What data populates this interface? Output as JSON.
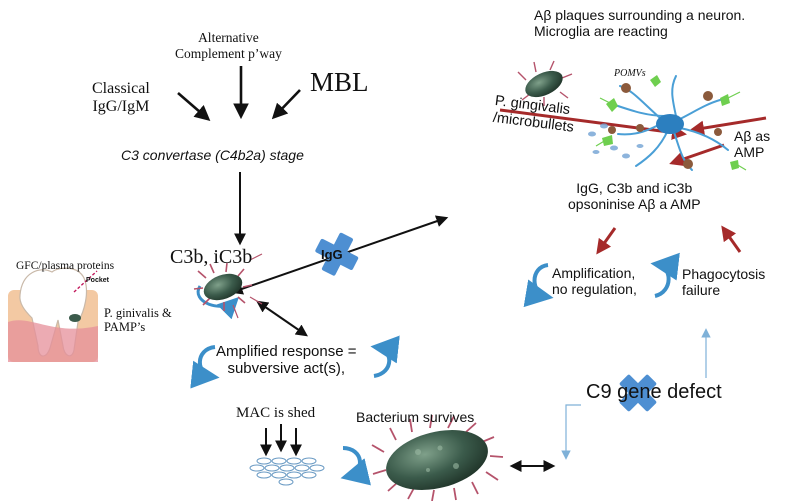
{
  "pathways": {
    "alternative_line1": "Alternative",
    "alternative_line2": "Complement  p’way",
    "classical_line1": "Classical",
    "classical_line2": "IgG/IgM",
    "mbl": "MBL"
  },
  "convertase": "C3 convertase (C4b2a) stage",
  "c3b_label": "C3b, iC3b",
  "igg_label": "IgG",
  "tooth": {
    "gfc": "GFC/plasma proteins",
    "pocket": "Pocket",
    "pg_line1": "P. ginivalis  &",
    "pg_line2": "PAMP’s"
  },
  "amplified": {
    "line1": "Amplified response =",
    "line2": "subversive act(s),"
  },
  "mac": "MAC is shed",
  "survives": "Bacterium survives",
  "neuron": {
    "title_line1": "Aβ plaques surrounding a neuron.",
    "title_line2": "Microglia are reacting",
    "pomvs": "POMVs",
    "pg_line1": "P. gingivalis",
    "pg_line2": "/microbullets",
    "amp_line1": "Aβ as",
    "amp_line2": "AMP"
  },
  "opsonise": {
    "line1": "IgG, C3b and iC3b",
    "line2": "opsoninise Aβ a AMP"
  },
  "amplification": {
    "line1": "Amplification,",
    "line2": "no regulation,"
  },
  "phagocytosis": {
    "line1": "Phagocytosis",
    "line2": "failure"
  },
  "c9": "C9 gene defect",
  "colors": {
    "arrow_black": "#111111",
    "arrow_red": "#a52a2a",
    "cycle_blue": "#3c8fc9",
    "cross_blue": "#4e8fd2",
    "bacterium": "#3b5b4b",
    "spikes": "#b5536b",
    "thin_link": "#7fb1d8"
  }
}
